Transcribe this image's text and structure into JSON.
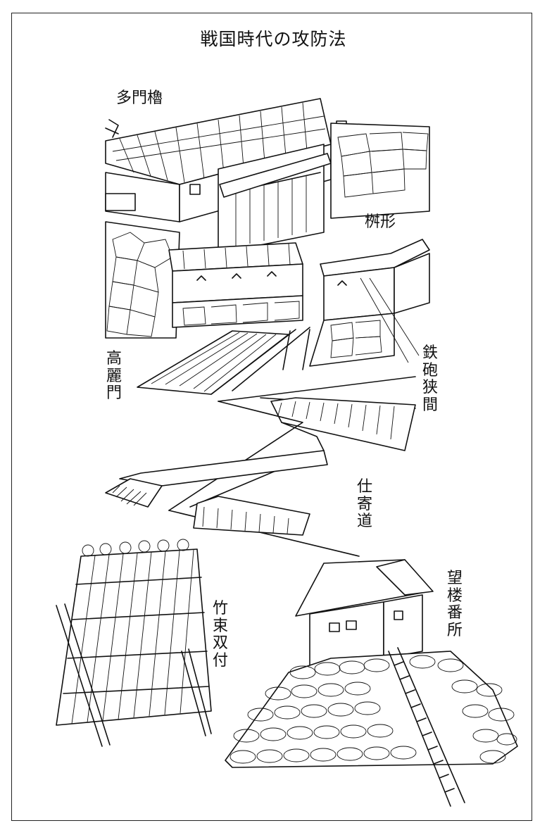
{
  "title": "戦国時代の攻防法",
  "labels": {
    "tamon_yagura": "多門櫓",
    "masugata": "桝形",
    "koraimon": "高麗門",
    "teppo_zama": "鉄砲狭間",
    "shiyose_michi": "仕寄道",
    "takenotaba": "竹束双付",
    "boro_bansho": "望楼番所"
  }
}
